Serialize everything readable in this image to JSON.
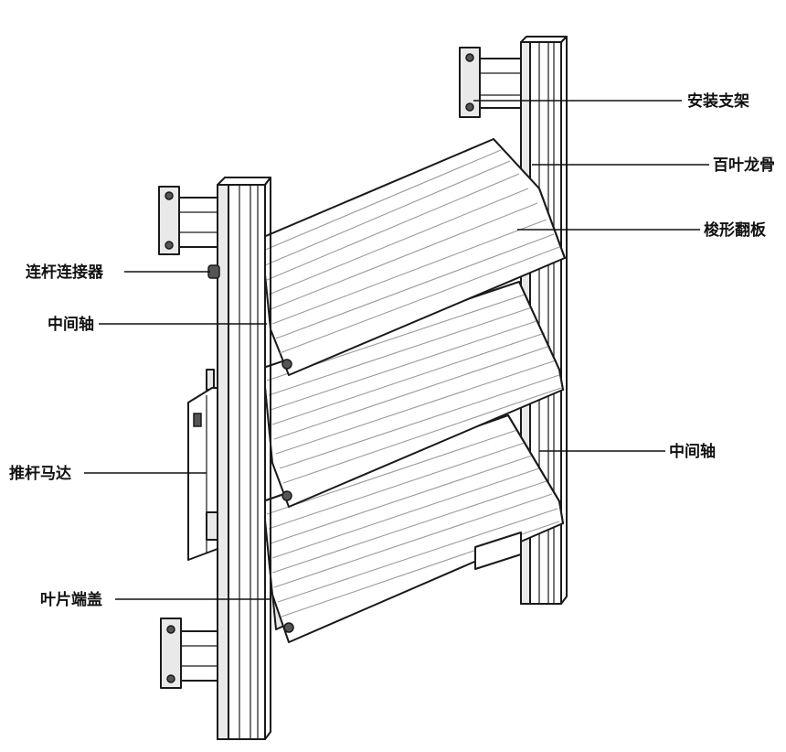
{
  "labels": {
    "install_bracket": "安装支架",
    "louver_keel": "百叶龙骨",
    "shuttle_blade": "梭形翻板",
    "link_connector": "连杆连接器",
    "middle_shaft_left": "中间轴",
    "push_rod_motor": "推杆马达",
    "middle_shaft_right": "中间轴",
    "blade_end_cap": "叶片端盖"
  },
  "colors": {
    "line": "#1a1a1a",
    "background": "#ffffff",
    "shade": "#e9e9e9"
  }
}
